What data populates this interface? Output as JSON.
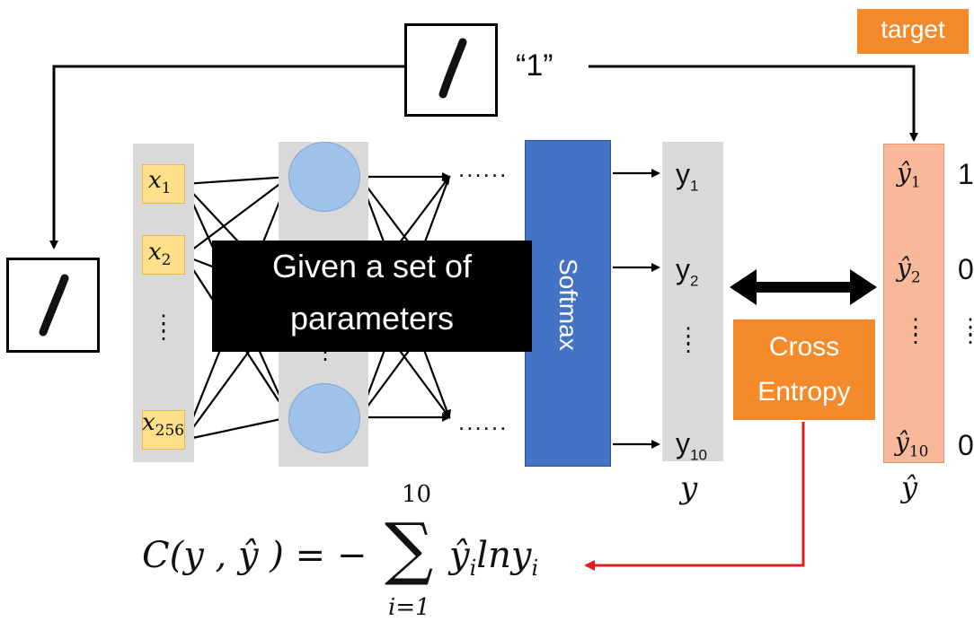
{
  "input_image": {
    "digit": "1"
  },
  "label_text": "“1”",
  "target_tag": "target",
  "inputs": {
    "items": [
      {
        "symbol": "x",
        "index": "1"
      },
      {
        "symbol": "x",
        "index": "2"
      },
      {
        "symbol": "x",
        "index": "256"
      }
    ],
    "ellipsis": "⋮"
  },
  "hidden_dots": "......",
  "softmax_label": "Softmax",
  "overlay": {
    "line1": "Given a set of",
    "line2": "parameters"
  },
  "outputs": {
    "items": [
      {
        "symbol": "y",
        "index": "1"
      },
      {
        "symbol": "y",
        "index": "2"
      },
      {
        "symbol": "y",
        "index": "10"
      }
    ],
    "caption": "y"
  },
  "targets": {
    "items": [
      {
        "symbol": "ŷ",
        "index": "1",
        "value": "1"
      },
      {
        "symbol": "ŷ",
        "index": "2",
        "value": "0"
      },
      {
        "symbol": "ŷ",
        "index": "10",
        "value": "0"
      }
    ],
    "caption": "ŷ"
  },
  "cross_entropy": {
    "line1": "Cross",
    "line2": "Entropy"
  },
  "formula": {
    "lhs": "C(y , ŷ ) = −",
    "sum_upper": "10",
    "sum_lower": "i=1",
    "sum_symbol": "∑",
    "body_yhat": "ŷ",
    "body_i1": "i",
    "body_ln": "lny",
    "body_i2": "i"
  },
  "colors": {
    "orange": "#f58a2b",
    "softmax_blue": "#4472c4",
    "neuron_blue": "#9ec2ea",
    "input_yellow": "#ffe08a",
    "target_peach": "#f8b99a",
    "gray_column": "#d9d9d9",
    "red_arrow": "#e02020"
  }
}
